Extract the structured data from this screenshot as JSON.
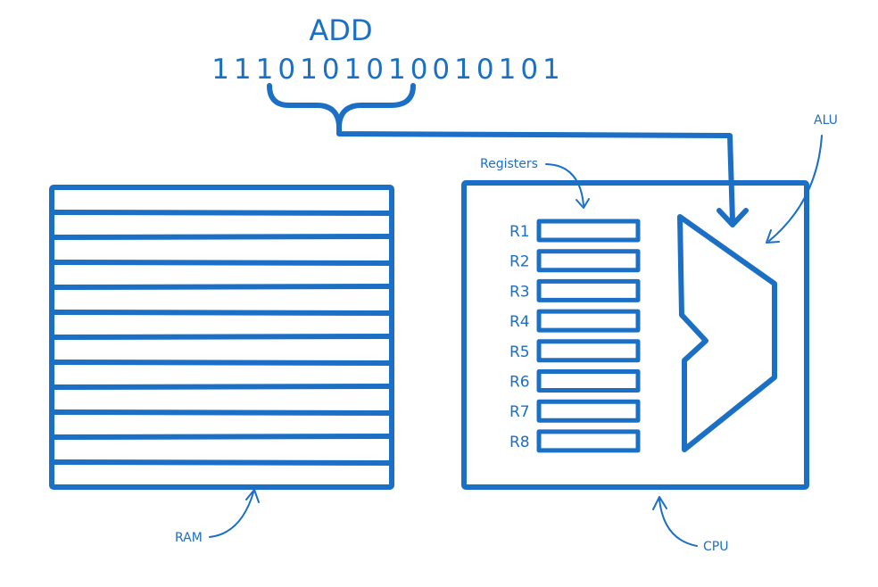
{
  "colors": {
    "ink": "#1b6fc4",
    "background": "#ffffff"
  },
  "instruction": {
    "opcode": "ADD",
    "bits": "1110101010010101"
  },
  "labels": {
    "registers": "Registers",
    "alu": "ALU",
    "ram": "RAM",
    "cpu": "CPU"
  },
  "ram": {
    "row_count": 11
  },
  "registers": [
    "R1",
    "R2",
    "R3",
    "R4",
    "R5",
    "R6",
    "R7",
    "R8"
  ]
}
